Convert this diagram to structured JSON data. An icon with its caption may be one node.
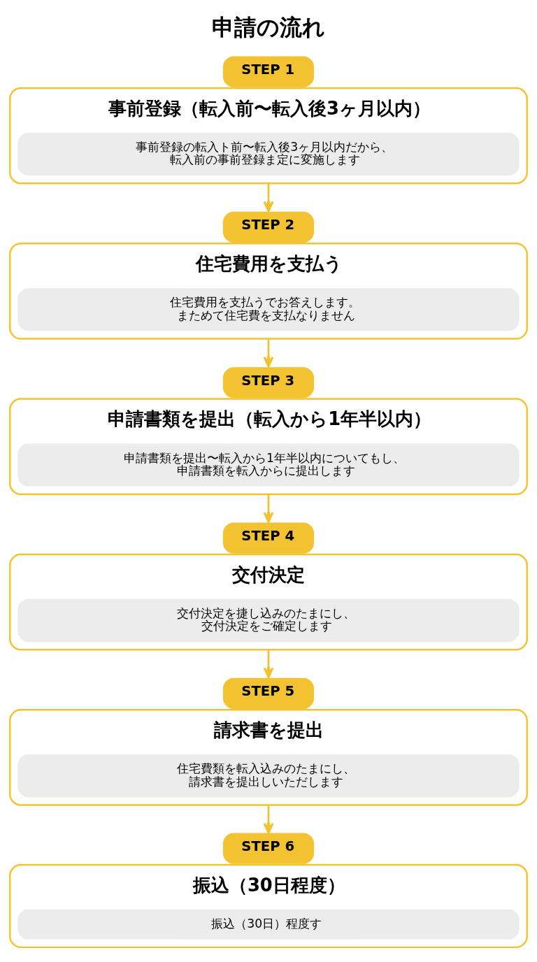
{
  "diagram": {
    "title": "申請の流れ",
    "nodes": [
      {
        "text": [
          "STEP 1",
          "事前登録（転入前〜転入後3ヶ月以内）",
          "事前登録の転入ト前〜転入後3ヶ月以内だから、転入前の事前登録ま定に変施します"
        ]
      },
      {
        "text": [
          "STEP 2",
          "住宅費用を支払う",
          "住宅費用を支払うでお答えします。まためて住宅費を支払なりません"
        ]
      },
      {
        "text": [
          "STEP 3",
          "申請書類を提出（転入から1年半以内）",
          "申請書類を提出〜転入から1年半以内についてもし、申請書類を転入からに提出します"
        ]
      },
      {
        "text": [
          "STEP 4",
          "交付決定",
          "交付決定を捷し込みのたまにし、交付決定をご確定します"
        ]
      },
      {
        "text": [
          "STEP 5",
          "請求書を提出",
          "住宅費類を転入込みのたまにし、請求書を提出しいただします"
        ]
      },
      {
        "text": [
          "STEP 6",
          "振込（30日程度）",
          "振込（30日）程度す"
        ]
      }
    ],
    "edges": [
      {
        "from": 0,
        "to": 1,
        "arrow": "to"
      },
      {
        "from": 1,
        "to": 2,
        "arrow": "to"
      },
      {
        "from": 2,
        "to": 3,
        "arrow": "to"
      },
      {
        "from": 3,
        "to": 4,
        "arrow": "to"
      },
      {
        "from": 4,
        "to": 5,
        "arrow": "to"
      }
    ]
  }
}
